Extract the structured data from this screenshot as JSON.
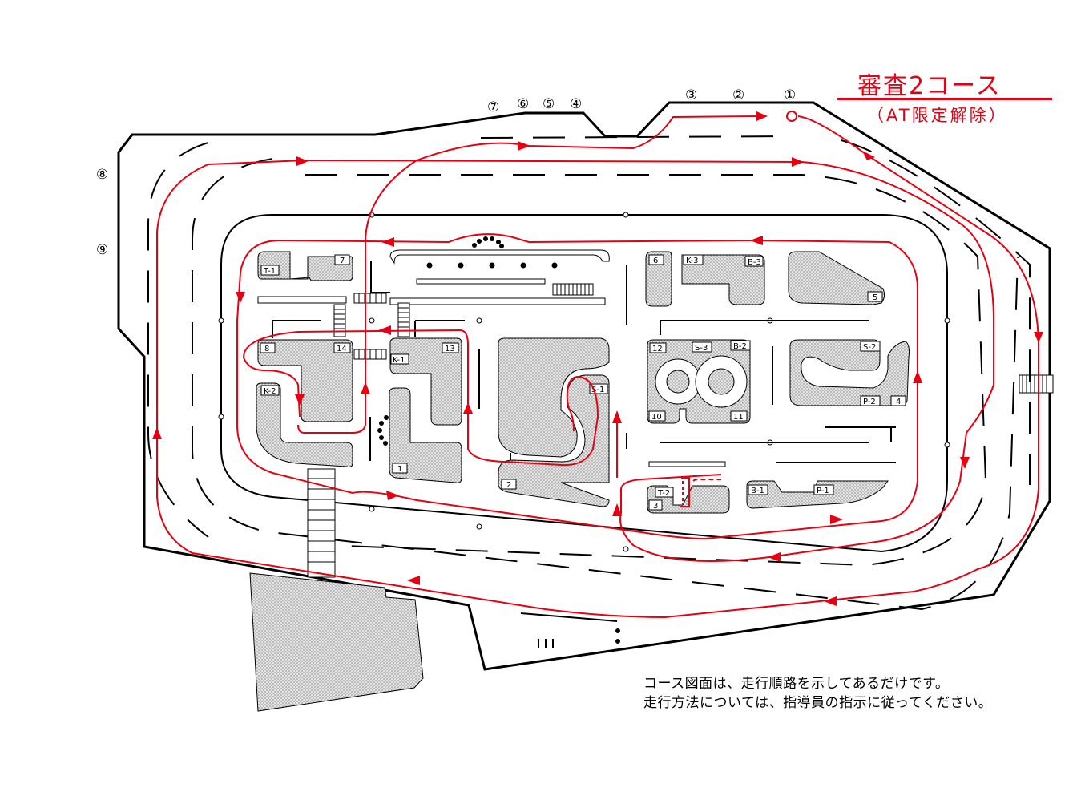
{
  "title": "審査2コース",
  "subtitle": "（AT限定解除）",
  "notes": [
    "コース図面は、走行順路を示してあるだけです。",
    "走行方法については、指導員の指示に従ってください。"
  ],
  "points": [
    "①",
    "②",
    "③",
    "④",
    "⑤",
    "⑥",
    "⑦",
    "⑧",
    "⑨"
  ],
  "block_labels": [
    "T-1",
    "7",
    "8",
    "14",
    "K-1",
    "13",
    "K-2",
    "1",
    "2",
    "S-1",
    "6",
    "K-3",
    "B-3",
    "5",
    "12",
    "S-3",
    "B-2",
    "10",
    "11",
    "S-2",
    "P-2",
    "4",
    "T-2",
    "3",
    "B-1",
    "P-1"
  ],
  "colors": {
    "route": "#e60012",
    "line": "#000000",
    "block": "#d6d6d6",
    "background": "#ffffff"
  }
}
